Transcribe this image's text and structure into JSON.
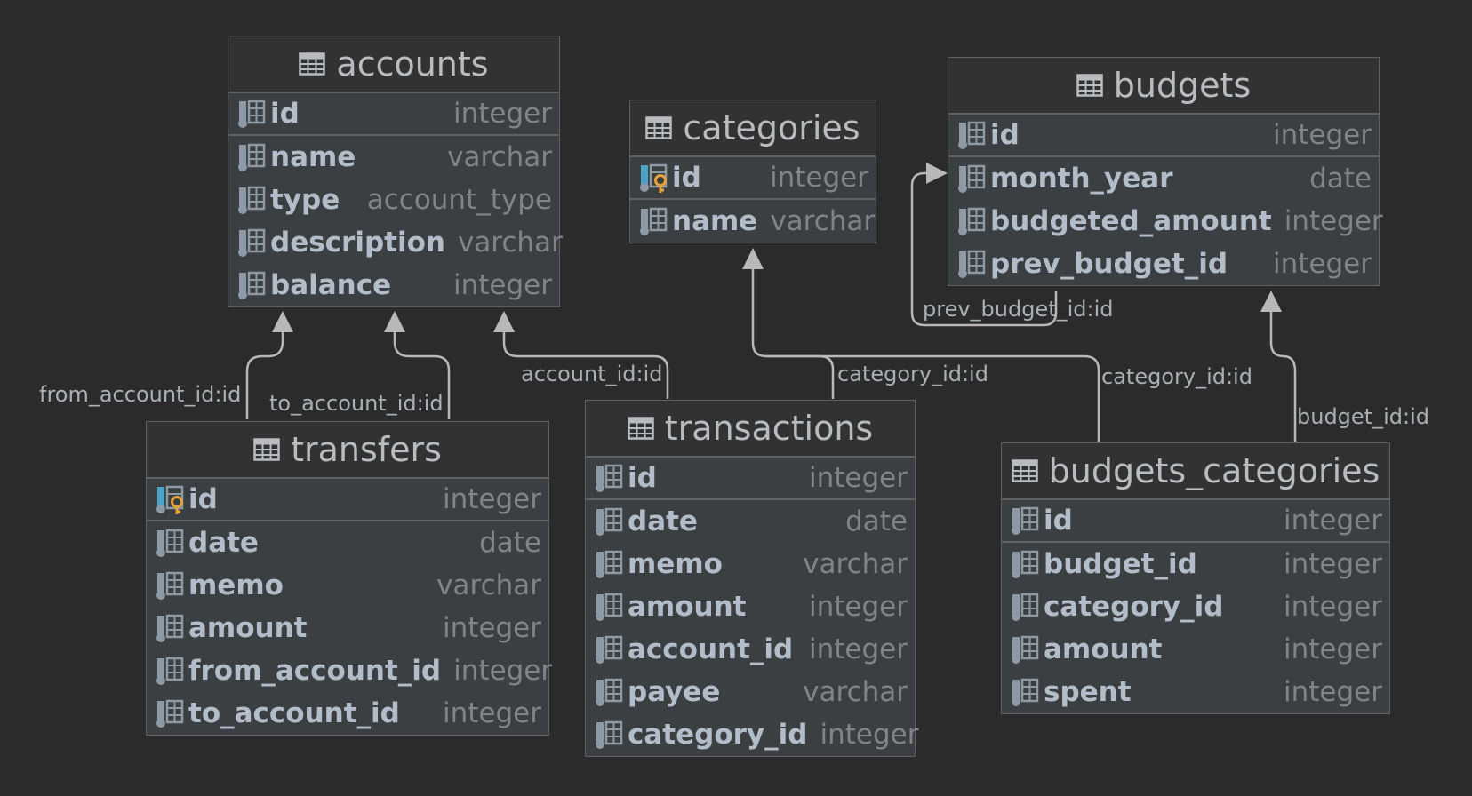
{
  "icons": {
    "table": "table-icon",
    "column": "column-icon",
    "primary_key": "primary-key-icon"
  },
  "colors": {
    "background": "#2b2b2b",
    "table_body": "#3c3f41",
    "table_header": "#323232",
    "column_name": "#b3bdc9",
    "column_type": "#808486",
    "key": "#e8a23a",
    "connector": "#b8b8b8"
  },
  "tables": {
    "accounts": {
      "name": "accounts",
      "columns": [
        {
          "name": "id",
          "type": "integer"
        },
        {
          "name": "name",
          "type": "varchar"
        },
        {
          "name": "type",
          "type": "account_type"
        },
        {
          "name": "description",
          "type": "varchar"
        },
        {
          "name": "balance",
          "type": "integer"
        }
      ]
    },
    "categories": {
      "name": "categories",
      "columns": [
        {
          "name": "id",
          "type": "integer"
        },
        {
          "name": "name",
          "type": "varchar"
        }
      ]
    },
    "budgets": {
      "name": "budgets",
      "columns": [
        {
          "name": "id",
          "type": "integer"
        },
        {
          "name": "month_year",
          "type": "date"
        },
        {
          "name": "budgeted_amount",
          "type": "integer"
        },
        {
          "name": "prev_budget_id",
          "type": "integer"
        }
      ]
    },
    "transfers": {
      "name": "transfers",
      "columns": [
        {
          "name": "id",
          "type": "integer"
        },
        {
          "name": "date",
          "type": "date"
        },
        {
          "name": "memo",
          "type": "varchar"
        },
        {
          "name": "amount",
          "type": "integer"
        },
        {
          "name": "from_account_id",
          "type": "integer"
        },
        {
          "name": "to_account_id",
          "type": "integer"
        }
      ]
    },
    "transactions": {
      "name": "transactions",
      "columns": [
        {
          "name": "id",
          "type": "integer"
        },
        {
          "name": "date",
          "type": "date"
        },
        {
          "name": "memo",
          "type": "varchar"
        },
        {
          "name": "amount",
          "type": "integer"
        },
        {
          "name": "account_id",
          "type": "integer"
        },
        {
          "name": "payee",
          "type": "varchar"
        },
        {
          "name": "category_id",
          "type": "integer"
        }
      ]
    },
    "budgets_categories": {
      "name": "budgets_categories",
      "columns": [
        {
          "name": "id",
          "type": "integer"
        },
        {
          "name": "budget_id",
          "type": "integer"
        },
        {
          "name": "category_id",
          "type": "integer"
        },
        {
          "name": "amount",
          "type": "integer"
        },
        {
          "name": "spent",
          "type": "integer"
        }
      ]
    }
  },
  "relations": {
    "from_account": "from_account_id:id",
    "to_account": "to_account_id:id",
    "account": "account_id:id",
    "transaction_category": "category_id:id",
    "budget_category": "category_id:id",
    "budget": "budget_id:id",
    "prev_budget": "prev_budget_id:id"
  }
}
